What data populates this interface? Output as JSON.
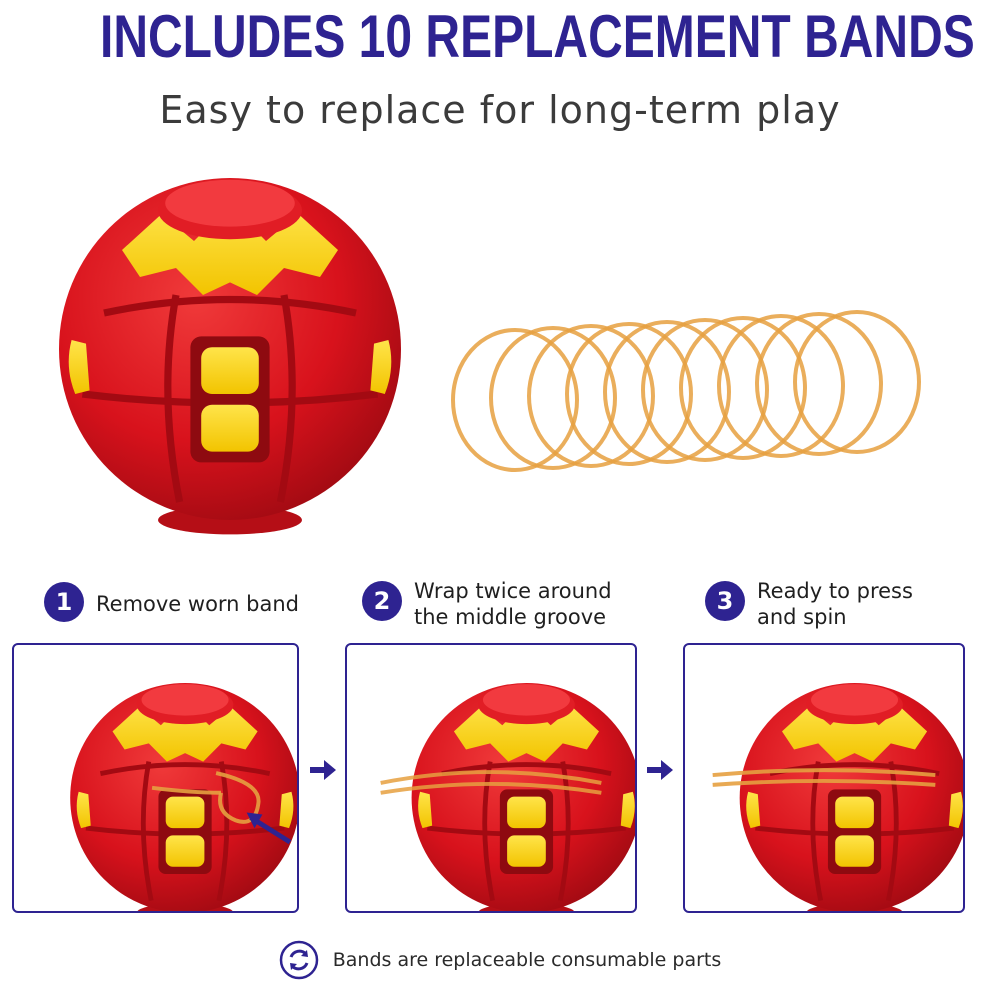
{
  "header": {
    "title": "INCLUDES 10 REPLACEMENT BANDS",
    "subtitle": "Easy to replace for long-term play"
  },
  "steps": [
    {
      "number": "1",
      "text": "Remove worn band"
    },
    {
      "number": "2",
      "text": "Wrap twice around\nthe middle groove"
    },
    {
      "number": "3",
      "text": "Ready to press\nand spin"
    }
  ],
  "footer": {
    "text": "Bands are replaceable consumable parts",
    "icon": "recycle-icon"
  },
  "colors": {
    "brand": "#2e2391",
    "ball_red": "#d8121c",
    "ball_yellow": "#ffd814",
    "band_orange": "#e6a040"
  },
  "band_count": 10
}
